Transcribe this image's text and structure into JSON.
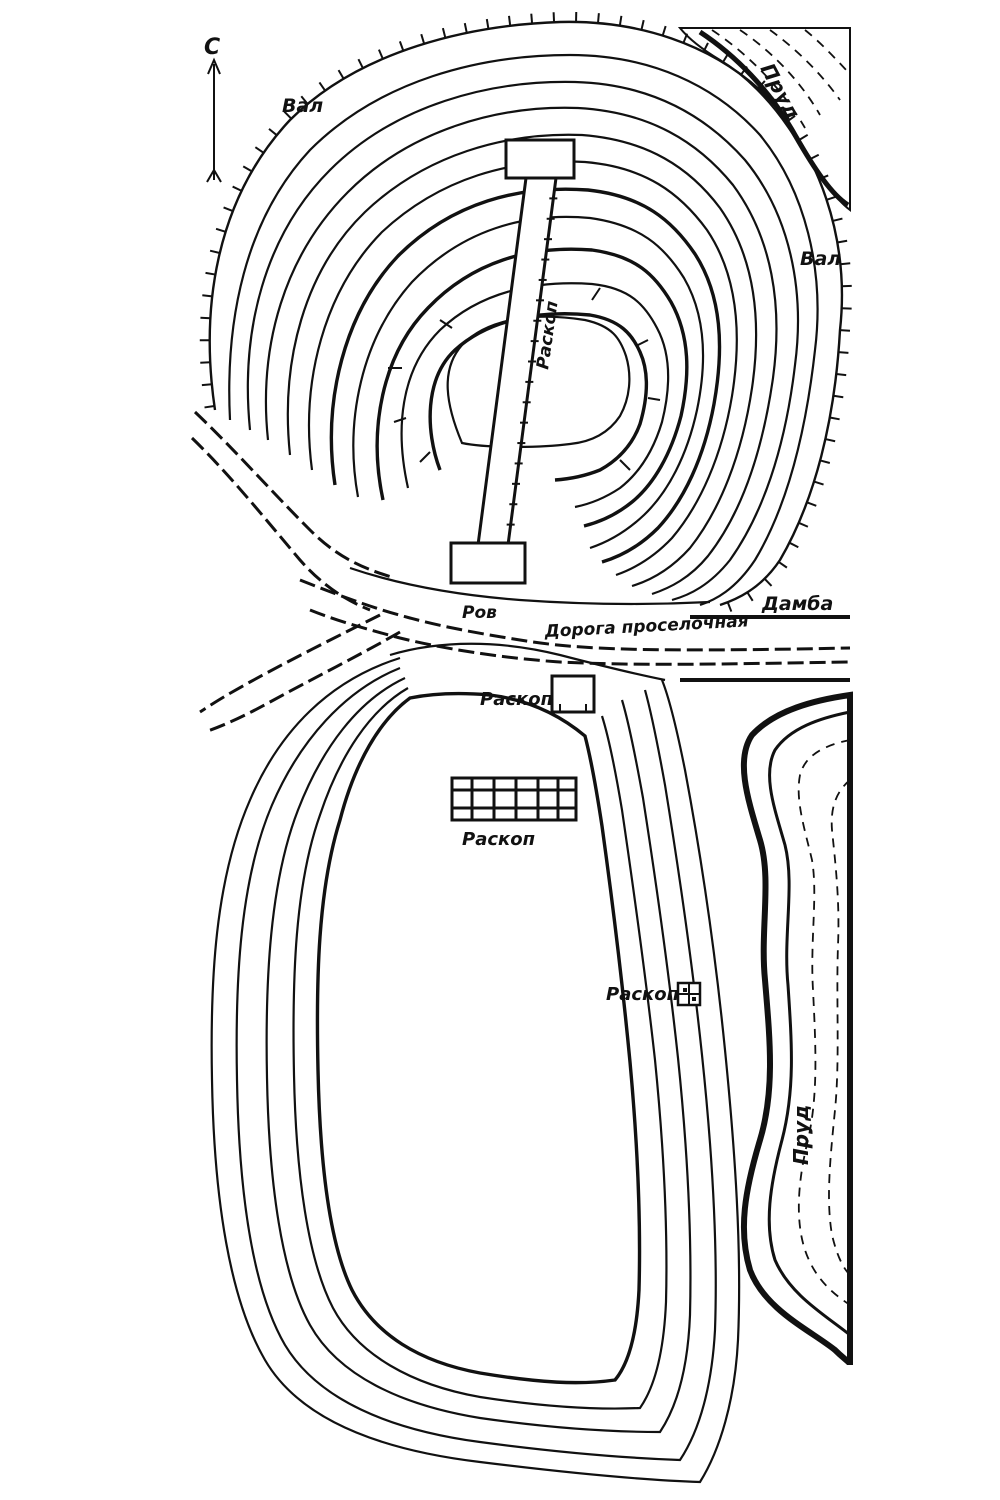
{
  "map": {
    "north_label": "С",
    "labels": {
      "rampart_1": "Вал",
      "rampart_2": "Вал",
      "excavation_trench": "Раскоп",
      "excavation_2": "Раскоп",
      "excavation_3": "Раскоп",
      "excavation_4": "Раскоп",
      "moat": "Ров",
      "road": "Дорога проселочная",
      "dam": "Дамба",
      "pond_top": "Пруд",
      "pond_right": "Пруд"
    },
    "colors": {
      "ink": "#111111",
      "paper": "#ffffff"
    }
  }
}
